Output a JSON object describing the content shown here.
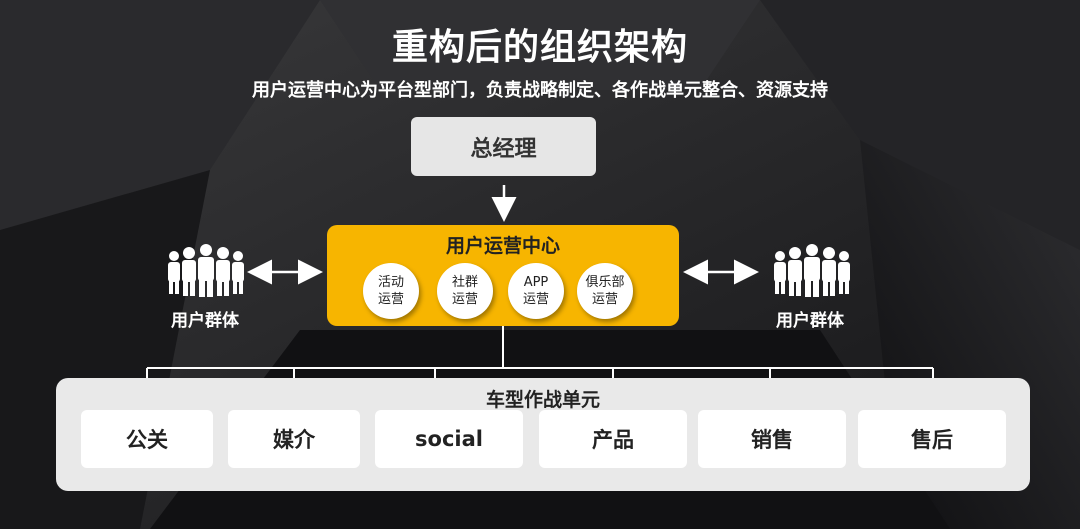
{
  "title": "重构后的组织架构",
  "subtitle": "用户运营中心为平台型部门，负责战略制定、各作战单元整合、资源支持",
  "general_manager": "总经理",
  "center": {
    "title": "用户运营中心",
    "items": [
      {
        "line1": "活动",
        "line2": "运营"
      },
      {
        "line1": "社群",
        "line2": "运营"
      },
      {
        "line1": "APP",
        "line2": "运营"
      },
      {
        "line1": "俱乐部",
        "line2": "运营"
      }
    ]
  },
  "user_group_left": "用户群体",
  "user_group_right": "用户群体",
  "units_panel": {
    "title": "车型作战单元",
    "units": [
      "公关",
      "媒介",
      "social",
      "产品",
      "销售",
      "售后"
    ]
  },
  "colors": {
    "accent": "#f7b500",
    "background": "#1c1c1e",
    "panel": "#e9e9e9",
    "box": "#e6e6e6",
    "text_light": "#ffffff"
  }
}
